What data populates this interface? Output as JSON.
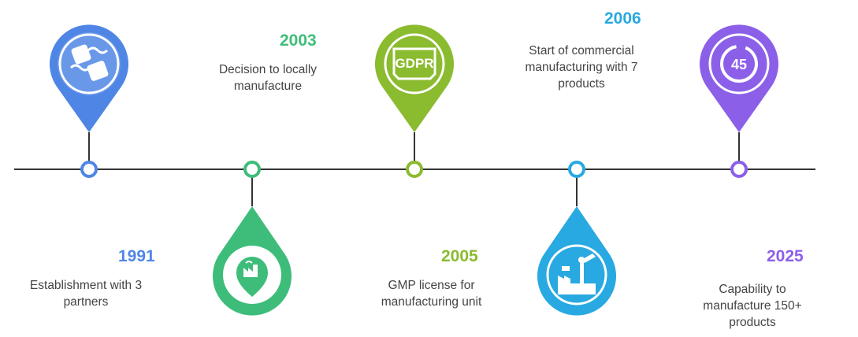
{
  "colors": {
    "blue": "#4f86e6",
    "green": "#3ebd7a",
    "lime": "#8bbb2e",
    "cyan": "#29a9e1",
    "purple": "#8c5fe9",
    "line": "#333333"
  },
  "milestones": [
    {
      "year": "1991",
      "description": "Establishment with 3 partners",
      "icon": "handshake-icon",
      "color": "#4f86e6"
    },
    {
      "year": "2003",
      "description": "Decision to locally manufacture",
      "icon": "factory-icon",
      "color": "#3ebd7a"
    },
    {
      "year": "2005",
      "description": "GMP license for manufacturing unit",
      "icon": "gdpr-badge-icon",
      "icon_text": "GDPR",
      "color": "#8bbb2e"
    },
    {
      "year": "2006",
      "description": "Start of commercial manufacturing with 7 products",
      "icon": "robot-arm-factory-icon",
      "color": "#29a9e1"
    },
    {
      "year": "2025",
      "description": "Capability to manufacture 150+ products",
      "icon": "stopwatch-45-icon",
      "icon_text": "45",
      "color": "#8c5fe9"
    }
  ]
}
